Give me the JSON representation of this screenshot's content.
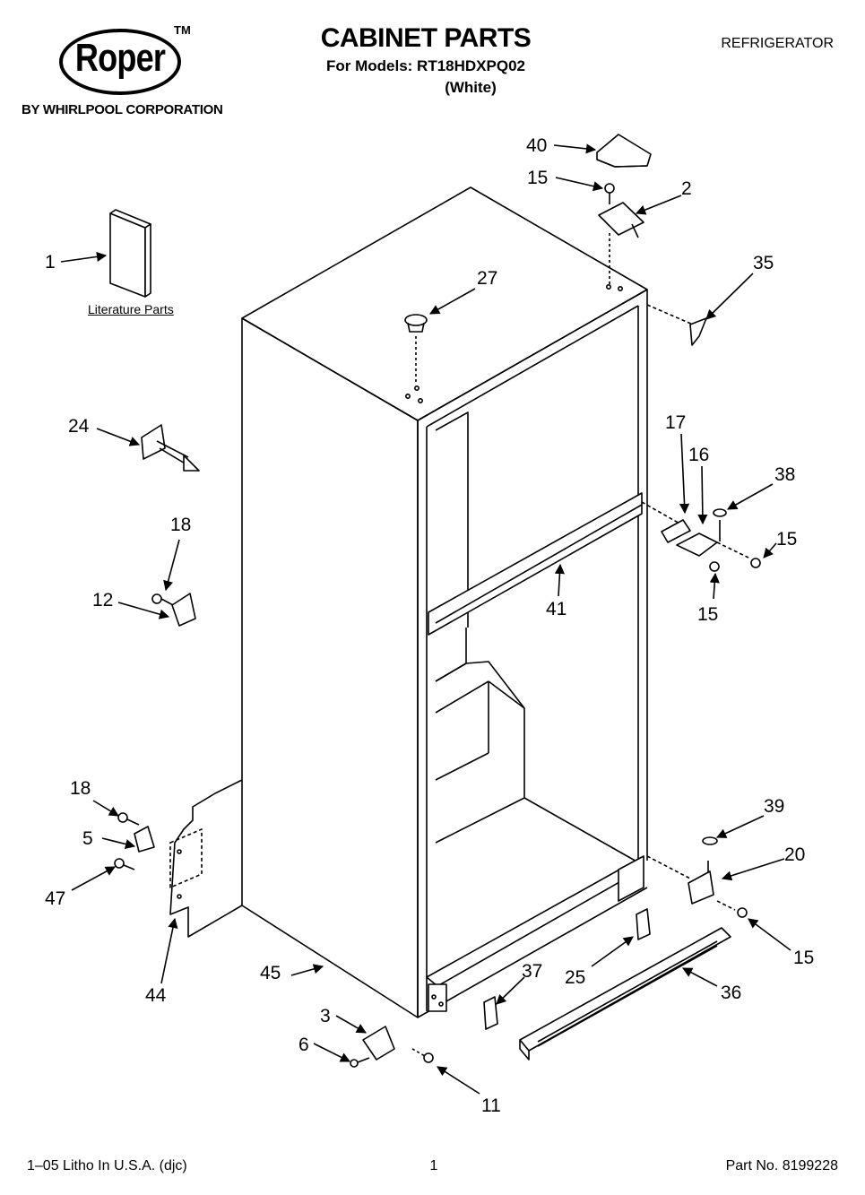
{
  "brand": {
    "logo_text": "Roper",
    "trademark": "TM",
    "subtitle": "BY WHIRLPOOL CORPORATION"
  },
  "header": {
    "title": "CABINET PARTS",
    "models_line": "For Models: RT18HDXPQ02",
    "color_line": "(White)",
    "category": "REFRIGERATOR"
  },
  "literature_label": "Literature Parts",
  "callouts": {
    "c1": "1",
    "c2": "2",
    "c3": "3",
    "c5": "5",
    "c6": "6",
    "c11": "11",
    "c12": "12",
    "c15a": "15",
    "c15b": "15",
    "c15c": "15",
    "c15d": "15",
    "c16": "16",
    "c17": "17",
    "c18a": "18",
    "c18b": "18",
    "c20": "20",
    "c24": "24",
    "c25": "25",
    "c27": "27",
    "c35": "35",
    "c36": "36",
    "c37": "37",
    "c38": "38",
    "c39": "39",
    "c40": "40",
    "c41": "41",
    "c44": "44",
    "c45": "45",
    "c47": "47"
  },
  "footer": {
    "left": "1–05 Litho In U.S.A. (djc)",
    "page": "1",
    "part_no": "Part No. 8199228"
  }
}
